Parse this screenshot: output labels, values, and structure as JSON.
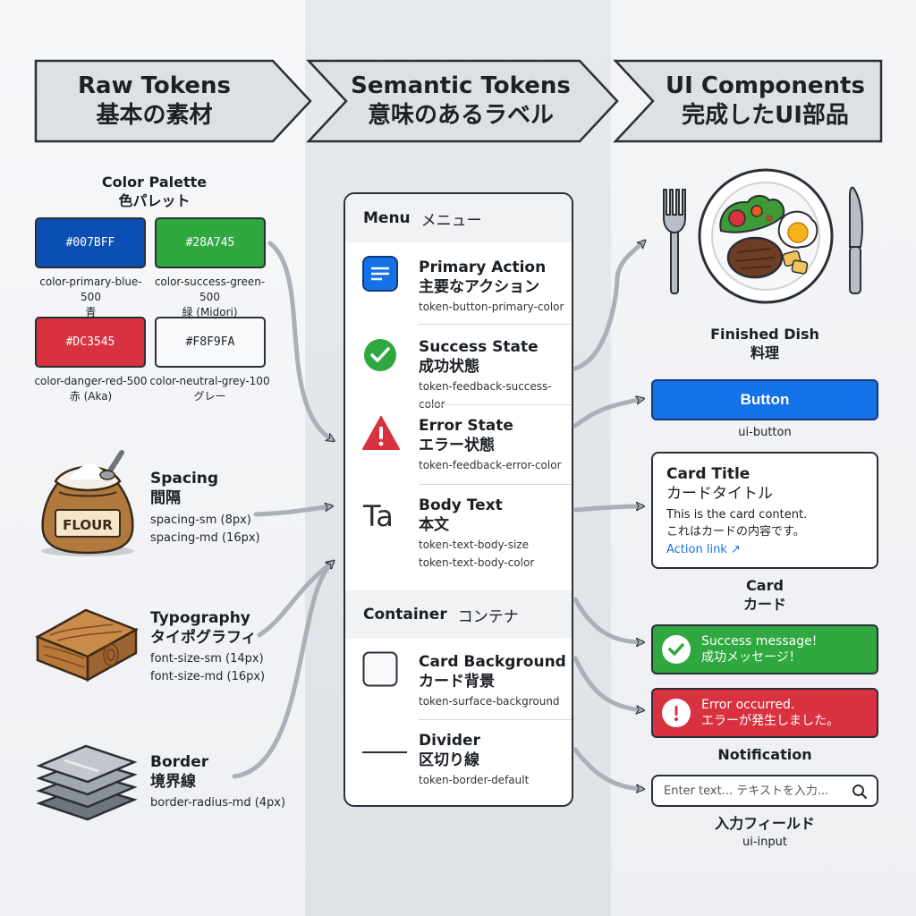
{
  "header": {
    "raw": {
      "en": "Raw Tokens",
      "ja": "基本の素材"
    },
    "semantic": {
      "en": "Semantic Tokens",
      "ja": "意味のあるラベル"
    },
    "components": {
      "en": "UI Components",
      "ja": "完成したUI部品"
    }
  },
  "raw": {
    "palette": {
      "title_en": "Color Palette",
      "title_ja": "色パレット",
      "swatches": [
        {
          "hex": "#007BFF",
          "name": "color-primary-blue-500",
          "ja": "青",
          "color": "#0b4fb5",
          "text_color": "#ffffff"
        },
        {
          "hex": "#28A745",
          "name": "color-success-green-500",
          "ja": "緑 (Midori)",
          "color": "#2ea83f",
          "text_color": "#ffffff"
        },
        {
          "hex": "#DC3545",
          "name": "color-danger-red-500",
          "ja": "赤 (Aka)",
          "color": "#d8313f",
          "text_color": "#ffffff"
        },
        {
          "hex": "#F8F9FA",
          "name": "color-neutral-grey-100",
          "ja": "グレー",
          "color": "#f8f9fa",
          "text_color": "#1b1f24"
        }
      ]
    },
    "spacing": {
      "title_en": "Spacing",
      "title_ja": "間隔",
      "values": [
        "spacing-sm (8px)",
        "spacing-md (16px)"
      ],
      "bag_label": "FLOUR"
    },
    "typography": {
      "title_en": "Typography",
      "title_ja": "タイポグラフィ",
      "values": [
        "font-size-sm (14px)",
        "font-size-md (16px)"
      ]
    },
    "border": {
      "title_en": "Border",
      "title_ja": "境界線",
      "values": [
        "border-radius-md (4px)"
      ]
    }
  },
  "semantic": {
    "menu_header": {
      "en": "Menu",
      "ja": "メニュー"
    },
    "container_header": {
      "en": "Container",
      "ja": "コンテナ"
    },
    "tokens": [
      {
        "title_en": "Primary Action",
        "title_ja": "主要なアクション",
        "codes": [
          "token-button-primary-color"
        ],
        "icon": "menu-lines-icon"
      },
      {
        "title_en": "Success State",
        "title_ja": "成功状態",
        "codes": [
          "token-feedback-success-color"
        ],
        "icon": "check-circle-icon"
      },
      {
        "title_en": "Error State",
        "title_ja": "エラー状態",
        "codes": [
          "token-feedback-error-color"
        ],
        "icon": "warning-triangle-icon"
      },
      {
        "title_en": "Body Text",
        "title_ja": "本文",
        "codes": [
          "token-text-body-size",
          "token-text-body-color"
        ],
        "icon": "type-icon",
        "glyph": "Ta"
      }
    ],
    "container_tokens": [
      {
        "title_en": "Card Background",
        "title_ja": "カード背景",
        "codes": [
          "token-surface-background"
        ],
        "icon": "card-outline-icon"
      },
      {
        "title_en": "Divider",
        "title_ja": "区切り線",
        "codes": [
          "token-border-default"
        ],
        "icon": "divider-line-icon"
      }
    ]
  },
  "components": {
    "dish": {
      "en": "Finished Dish",
      "ja": "料理"
    },
    "button": {
      "label": "Button",
      "caption": "ui-button",
      "color": "#1471e8"
    },
    "card": {
      "title_en": "Card Title",
      "title_ja": "カードタイトル",
      "content_en": "This is the card content.",
      "content_ja": "これはカードの内容です。",
      "link": "Action link ↗",
      "caption_en": "Card",
      "caption_ja": "カード"
    },
    "notifications": [
      {
        "en": "Success message!",
        "ja": "成功メッセージ！",
        "color": "#2ea83f",
        "icon": "check-circle-icon"
      },
      {
        "en": "Error occurred.",
        "ja": "エラーが発生しました。",
        "color": "#d8313f",
        "icon": "exclamation-circle-icon"
      }
    ],
    "notification_caption": "Notification",
    "input": {
      "placeholder": "Enter text... テキストを入力...",
      "caption_ja": "入力フィールド",
      "caption": "ui-input"
    }
  }
}
